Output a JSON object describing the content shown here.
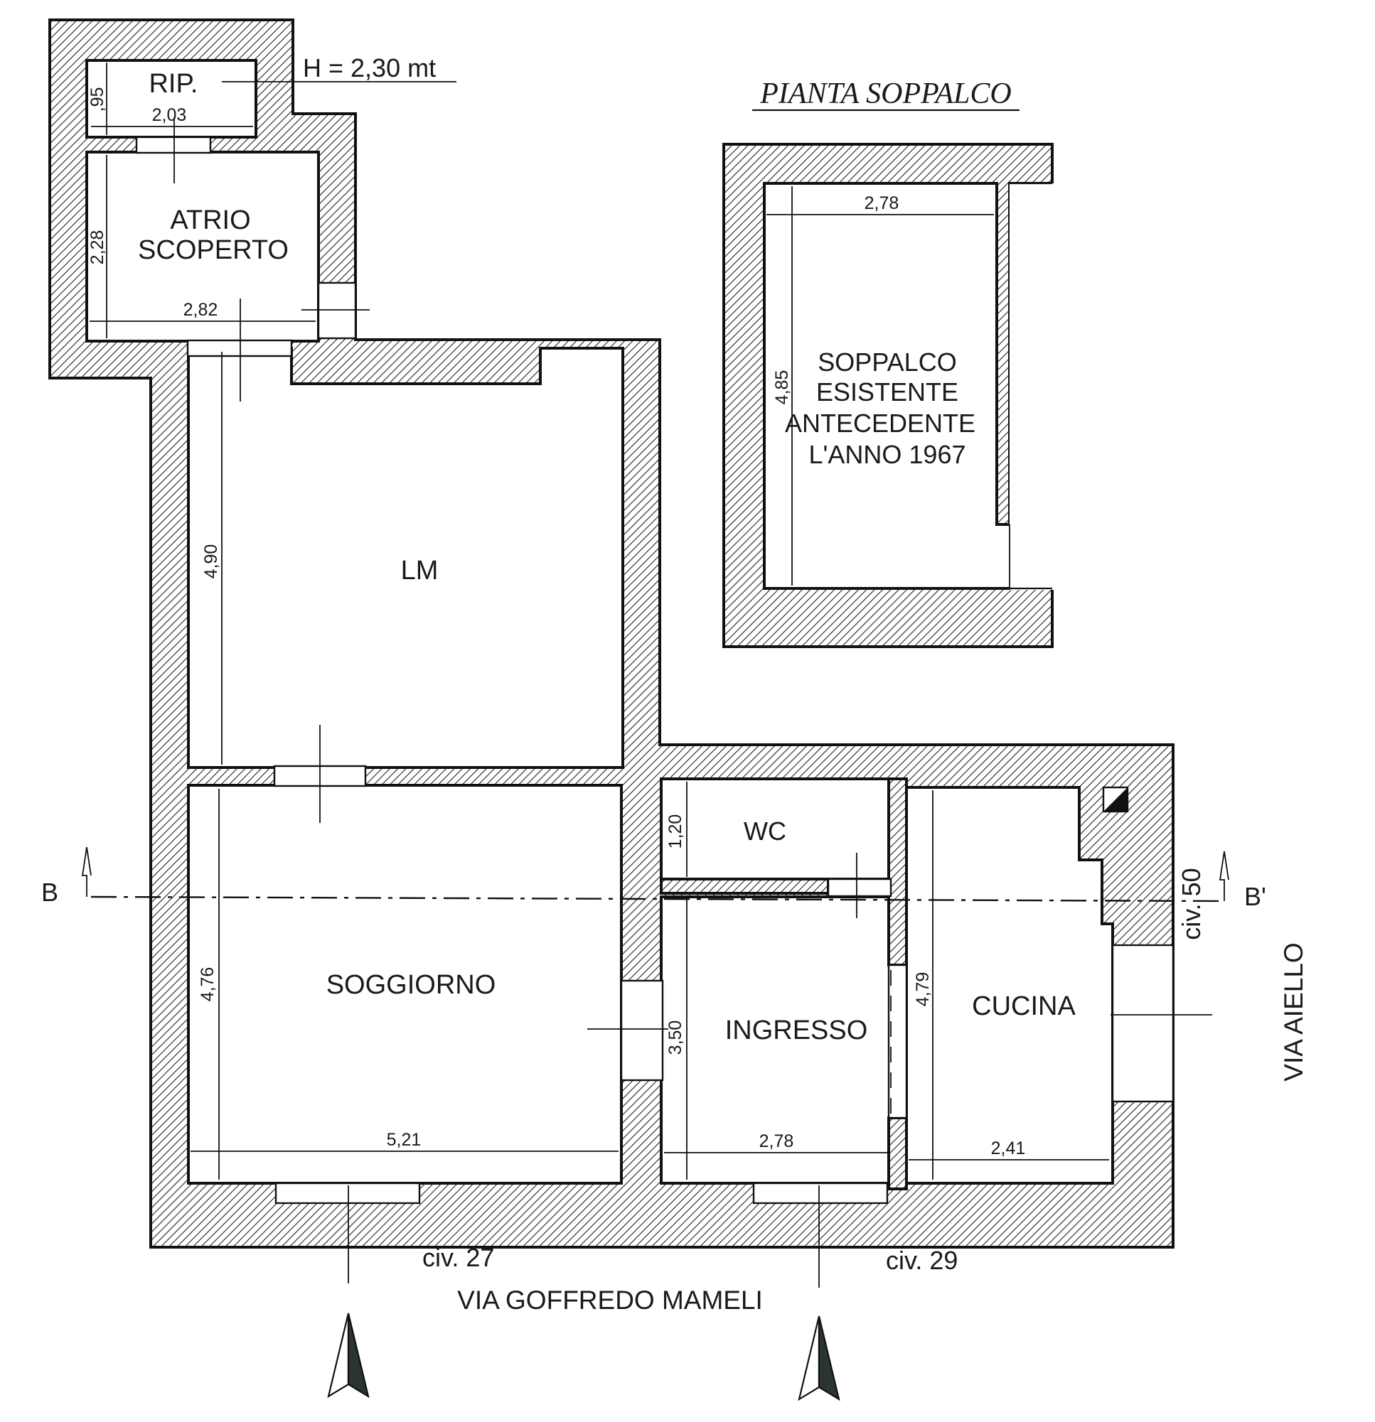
{
  "rooms": {
    "rip": "RIP.",
    "atrio_line1": "ATRIO",
    "atrio_line2": "SCOPERTO",
    "lm": "LM",
    "wc": "WC",
    "soggiorno": "SOGGIORNO",
    "ingresso": "INGRESSO",
    "cucina": "CUCINA"
  },
  "soppalco": {
    "title": "PIANTA SOPPALCO",
    "label_lines": [
      "SOPPALCO",
      "ESISTENTE",
      "ANTECEDENTE",
      "L'ANNO 1967"
    ],
    "width": "2,78",
    "height": "4,85"
  },
  "height_note": "H = 2,30 mt",
  "dimensions": {
    "rip_height": ",95",
    "rip_width": "2,03",
    "atrio_height": "2,28",
    "atrio_width": "2,82",
    "lm_height": "4,90",
    "wc_height": "1,20",
    "soggiorno_height": "4,76",
    "soggiorno_width": "5,21",
    "ingresso_height": "3,50",
    "ingresso_width": "2,78",
    "cucina_height": "4,79",
    "cucina_width": "2,41"
  },
  "section": {
    "left": "B",
    "right": "B'"
  },
  "streets": {
    "south": "VIA GOFFREDO MAMELI",
    "east": "VIA AIELLO"
  },
  "civic_numbers": {
    "civ27": "civ. 27",
    "civ29": "civ. 29",
    "civ50": "civ. 50"
  },
  "colors": {
    "ink": "#111111",
    "paper": "#ffffff",
    "arrow_fill": "#2a3530"
  }
}
